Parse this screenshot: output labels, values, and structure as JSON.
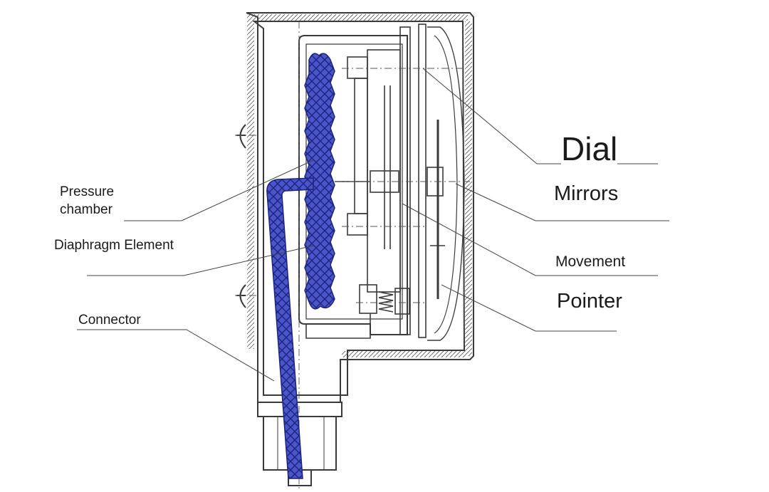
{
  "labels": {
    "pressure_chamber_line1": "Pressure",
    "pressure_chamber_line2": "chamber",
    "diaphragm_element": "Diaphragm Element",
    "connector": "Connector",
    "dial": "Dial",
    "mirrors": "Mirrors",
    "movement": "Movement",
    "pointer": "Pointer"
  },
  "colors": {
    "line": "#3a3a3a",
    "element_fill": "#4a55c8",
    "element_hatch": "#1c2380",
    "background": "#ffffff"
  }
}
